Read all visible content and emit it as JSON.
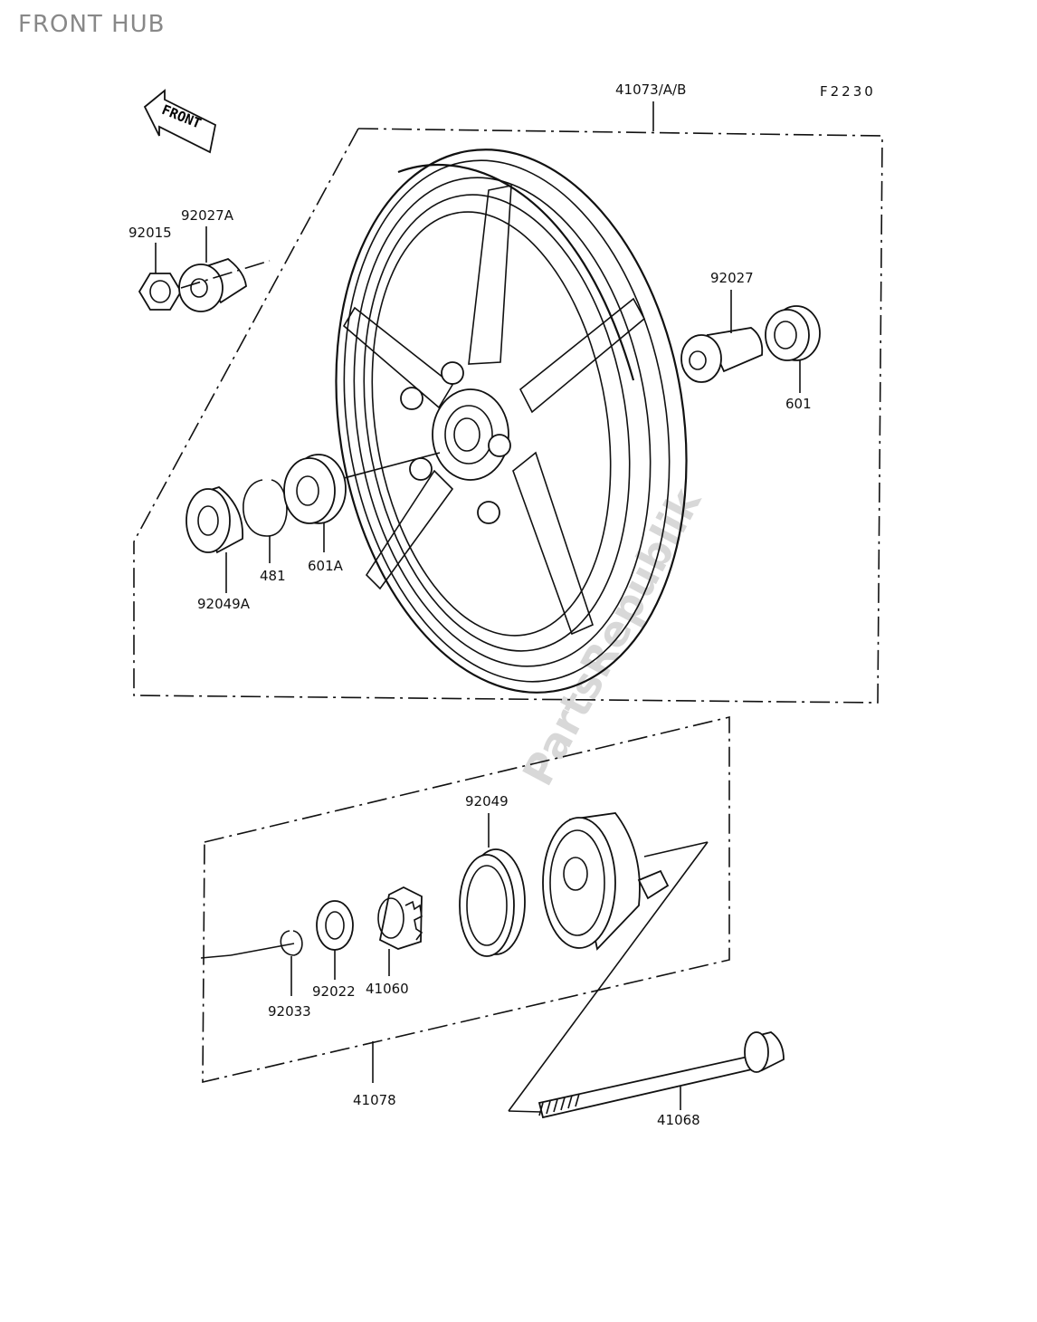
{
  "title": "FRONT HUB",
  "figure_code": "F2230",
  "front_arrow_label": "FRONT",
  "watermark": "PartsRepublik",
  "parts": {
    "wheel": "41073/A/B",
    "nut": "92015",
    "collar_left": "92027A",
    "collar_right": "92027",
    "bearing_right": "601",
    "bearing_left": "601A",
    "circlip": "481",
    "oil_seal_left": "92049A",
    "oil_seal_right": "92049",
    "snap_ring": "92033",
    "washer": "92022",
    "speedo_gear": "41060",
    "speedo_gearbox": "41078",
    "axle": "41068"
  }
}
